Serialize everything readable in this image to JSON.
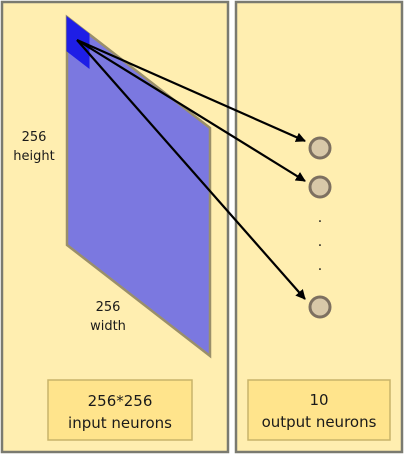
{
  "input_layer": {
    "height_value": "256",
    "height_word": "height",
    "width_value": "256",
    "width_word": "width",
    "caption_line1": "256*256",
    "caption_line2": "input neurons"
  },
  "output_layer": {
    "ellipsis": [
      ".",
      ".",
      "."
    ],
    "caption_line1": "10",
    "caption_line2": "output neurons"
  },
  "colors": {
    "panel_fill": "#ffeeb0",
    "panel_border": "#7a7a70",
    "caption_fill": "#ffe48c",
    "caption_border": "#c9b46a",
    "grid_fill": "#7b78e0",
    "grid_border": "#9a8f6a",
    "patch_fill": "#1e1ee6",
    "neuron_fill": "#d8c8a8",
    "neuron_border": "#7d7060",
    "arrow": "#000000"
  }
}
